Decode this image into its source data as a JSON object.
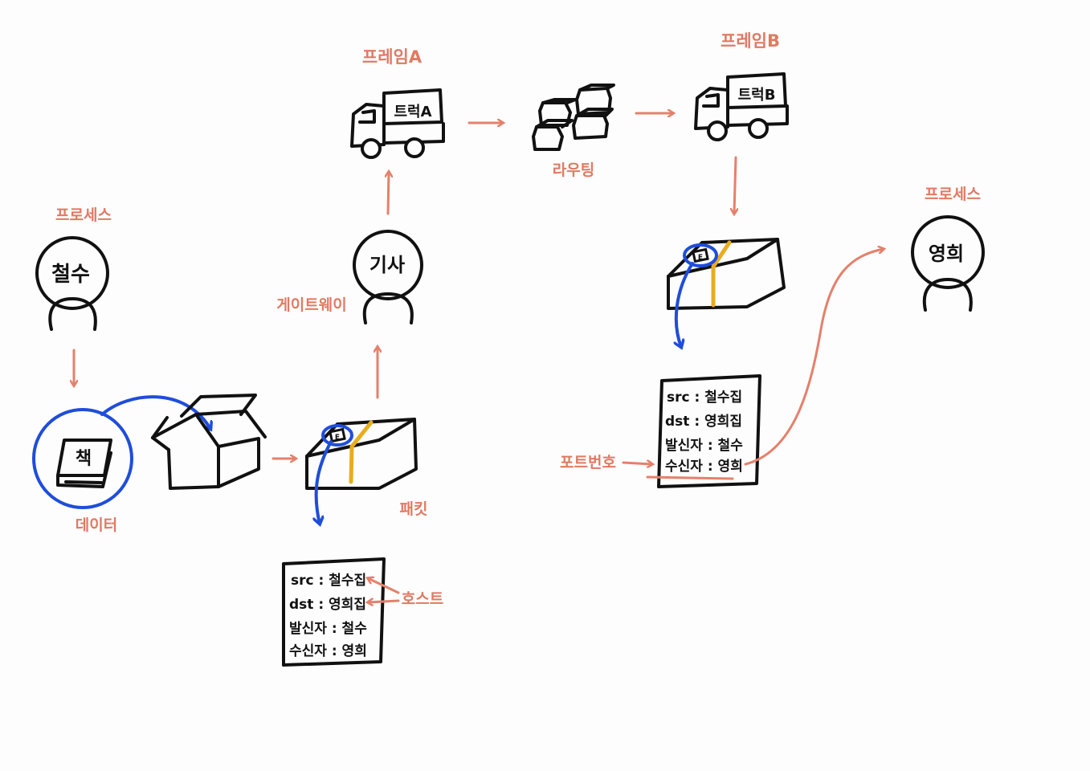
{
  "labels": {
    "process_left": "프로세스",
    "process_right": "프로세스",
    "data": "데이터",
    "gateway": "게이트웨이",
    "packet": "패킷",
    "frame_a": "프레임A",
    "frame_b": "프레임B",
    "routing": "라우팅",
    "host": "호스트",
    "port_number": "포트번호"
  },
  "people": {
    "cheolsu": "철수",
    "driver": "기사",
    "younghee": "영희"
  },
  "objects": {
    "book": "책",
    "truck_a": "트럭A",
    "truck_b": "트럭B",
    "stamp": "E"
  },
  "note_left": {
    "lines": [
      "src : 철수집",
      "dst : 영희집",
      "발신자 : 철수",
      "수신자 : 영희"
    ]
  },
  "note_right": {
    "lines": [
      "src : 철수집",
      "dst : 영희집",
      "발신자 : 철수",
      "수신자 : 영희"
    ]
  },
  "colors": {
    "accent": "#e07a63",
    "ink": "#111111",
    "highlight": "#1f4ddb",
    "tape": "#e8ad1c"
  }
}
